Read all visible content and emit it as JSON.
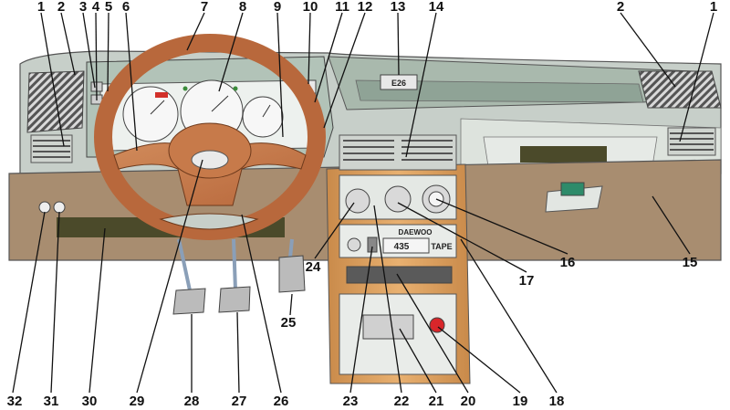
{
  "diagram": {
    "display": {
      "clock_text": "E26",
      "radio_brand": "DAEWOO",
      "radio_display": "435",
      "radio_mode": "TAPE"
    },
    "callouts": {
      "c1_left": "1",
      "c2_left": "2",
      "c3": "3",
      "c4": "4",
      "c5": "5",
      "c6": "6",
      "c7": "7",
      "c8": "8",
      "c9": "9",
      "c10": "10",
      "c11": "11",
      "c12": "12",
      "c13": "13",
      "c14": "14",
      "c2_right": "2",
      "c1_right": "1",
      "c15": "15",
      "c16": "16",
      "c17": "17",
      "c18": "18",
      "c19": "19",
      "c20": "20",
      "c21": "21",
      "c22": "22",
      "c23": "23",
      "c24": "24",
      "c25": "25",
      "c26": "26",
      "c27": "27",
      "c28": "28",
      "c29": "29",
      "c30": "30",
      "c31": "31",
      "c32": "32"
    }
  }
}
